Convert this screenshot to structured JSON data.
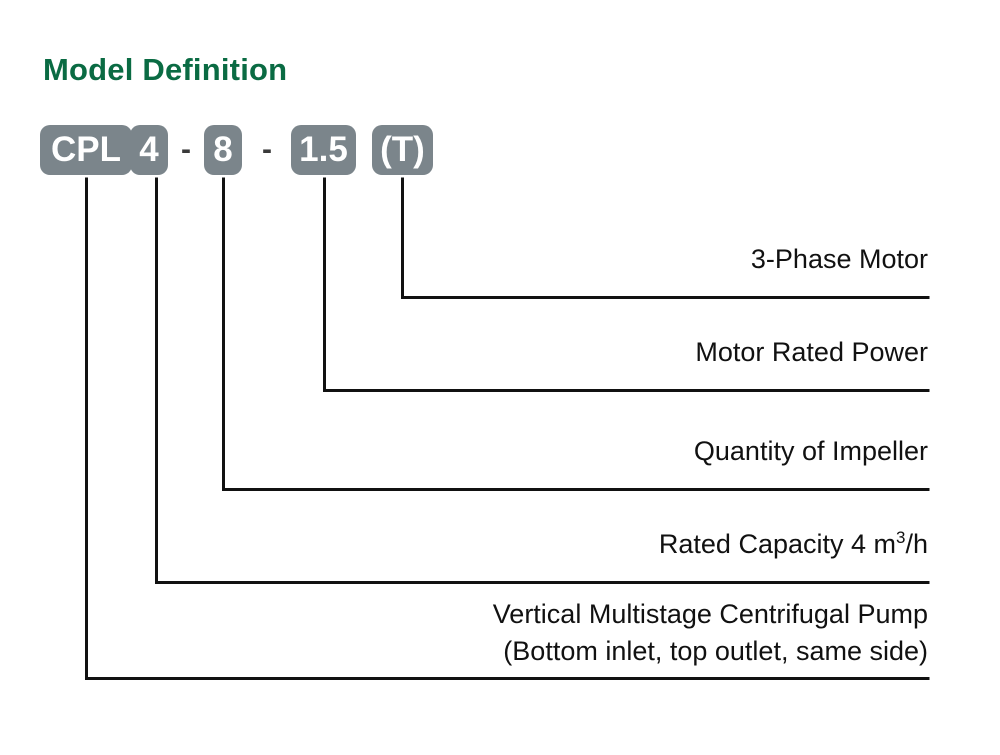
{
  "page": {
    "title": "Model Definition",
    "title_color": "#0a6b43",
    "background_color": "#ffffff",
    "badge_color": "#7b858b",
    "badge_text_color": "#ffffff",
    "line_color": "#111111",
    "label_color": "#111111"
  },
  "model_code": {
    "segments": [
      {
        "kind": "badge",
        "text": "CPL"
      },
      {
        "kind": "badge",
        "text": "4"
      },
      {
        "kind": "separator",
        "text": "-"
      },
      {
        "kind": "badge",
        "text": "8"
      },
      {
        "kind": "separator",
        "text": "-"
      },
      {
        "kind": "badge",
        "text": "1.5"
      },
      {
        "kind": "badge",
        "text": "(T)"
      }
    ],
    "full_code": "CPL 4 - 8 - 1.5 (T)"
  },
  "callouts": [
    {
      "id": "three-phase-motor",
      "label": "3-Phase Motor",
      "source_segment": "(T)"
    },
    {
      "id": "motor-rated-power",
      "label": "Motor Rated Power",
      "source_segment": "1.5"
    },
    {
      "id": "quantity-of-impeller",
      "label": "Quantity of Impeller",
      "source_segment": "8"
    },
    {
      "id": "rated-capacity",
      "label_prefix": "Rated Capacity  4 m",
      "label_superscript": "3",
      "label_suffix": "/h",
      "label": "Rated Capacity  4 m3/h",
      "source_segment": "4"
    },
    {
      "id": "pump-type",
      "line1": "Vertical Multistage Centrifugal Pump",
      "line2": "(Bottom inlet, top outlet, same side)",
      "label": "Vertical Multistage Centrifugal Pump (Bottom inlet, top outlet, same side)",
      "source_segment": "CPL"
    }
  ]
}
